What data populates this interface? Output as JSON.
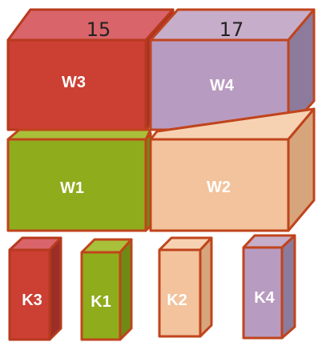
{
  "top_numbers": {
    "left": "15",
    "right": "17"
  },
  "blocks": {
    "W3": {
      "label": "W3",
      "face": "#cc3f33",
      "top": "#d9646a",
      "side": "#a8302a",
      "edge": "#b73a1c"
    },
    "W4": {
      "label": "W4",
      "face": "#b89bc0",
      "top": "#c6adc9",
      "side": "#8c7b9c",
      "edge": "#c0441c"
    },
    "W1": {
      "label": "W1",
      "face": "#8fac1c",
      "top": "#a9c03a",
      "side": "#6f8a14",
      "edge": "#c0441c"
    },
    "W2": {
      "label": "W2",
      "face": "#f2c39c",
      "top": "#f6d2b2",
      "side": "#d7a57c",
      "edge": "#c0441c"
    },
    "K3": {
      "label": "K3",
      "face": "#cc3f33",
      "top": "#d9646a",
      "side": "#9c2e28",
      "edge": "#b73a1c"
    },
    "K1": {
      "label": "K1",
      "face": "#8fac1c",
      "top": "#a9c03a",
      "side": "#6f8a14",
      "edge": "#c0441c"
    },
    "K2": {
      "label": "K2",
      "face": "#f2c39c",
      "top": "#f6d2b2",
      "side": "#d7a57c",
      "edge": "#c0441c"
    },
    "K4": {
      "label": "K4",
      "face": "#b89bc0",
      "top": "#c6adc9",
      "side": "#8c7b9c",
      "edge": "#c0441c"
    }
  }
}
